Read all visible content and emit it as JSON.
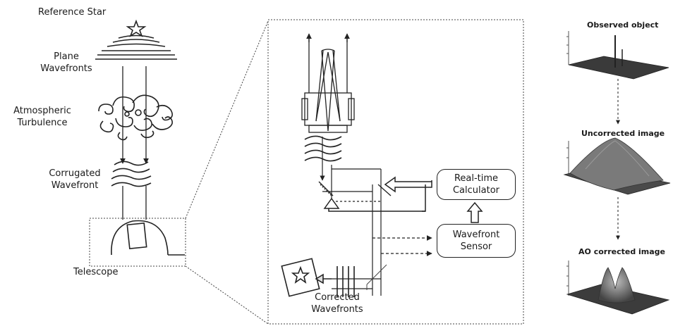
{
  "left_panel": {
    "reference_star": "Reference Star",
    "plane_wavefronts": [
      "Plane",
      "Wavefronts"
    ],
    "atmospheric_turbulence": [
      "Atmospheric",
      "Turbulence"
    ],
    "corrugated_wavefront": [
      "Corrugated",
      "Wavefront"
    ],
    "telescope": "Telescope"
  },
  "center_panel": {
    "realtime_calculator": [
      "Real-time",
      "Calculator"
    ],
    "wavefront_sensor": [
      "Wavefront",
      "Sensor"
    ],
    "corrected_wavefronts": [
      "Corrected",
      "Wavefronts"
    ]
  },
  "right_panel": {
    "observed_object": "Observed object",
    "uncorrected_image": "Uncorrected image",
    "ao_corrected_image": "AO corrected image"
  }
}
